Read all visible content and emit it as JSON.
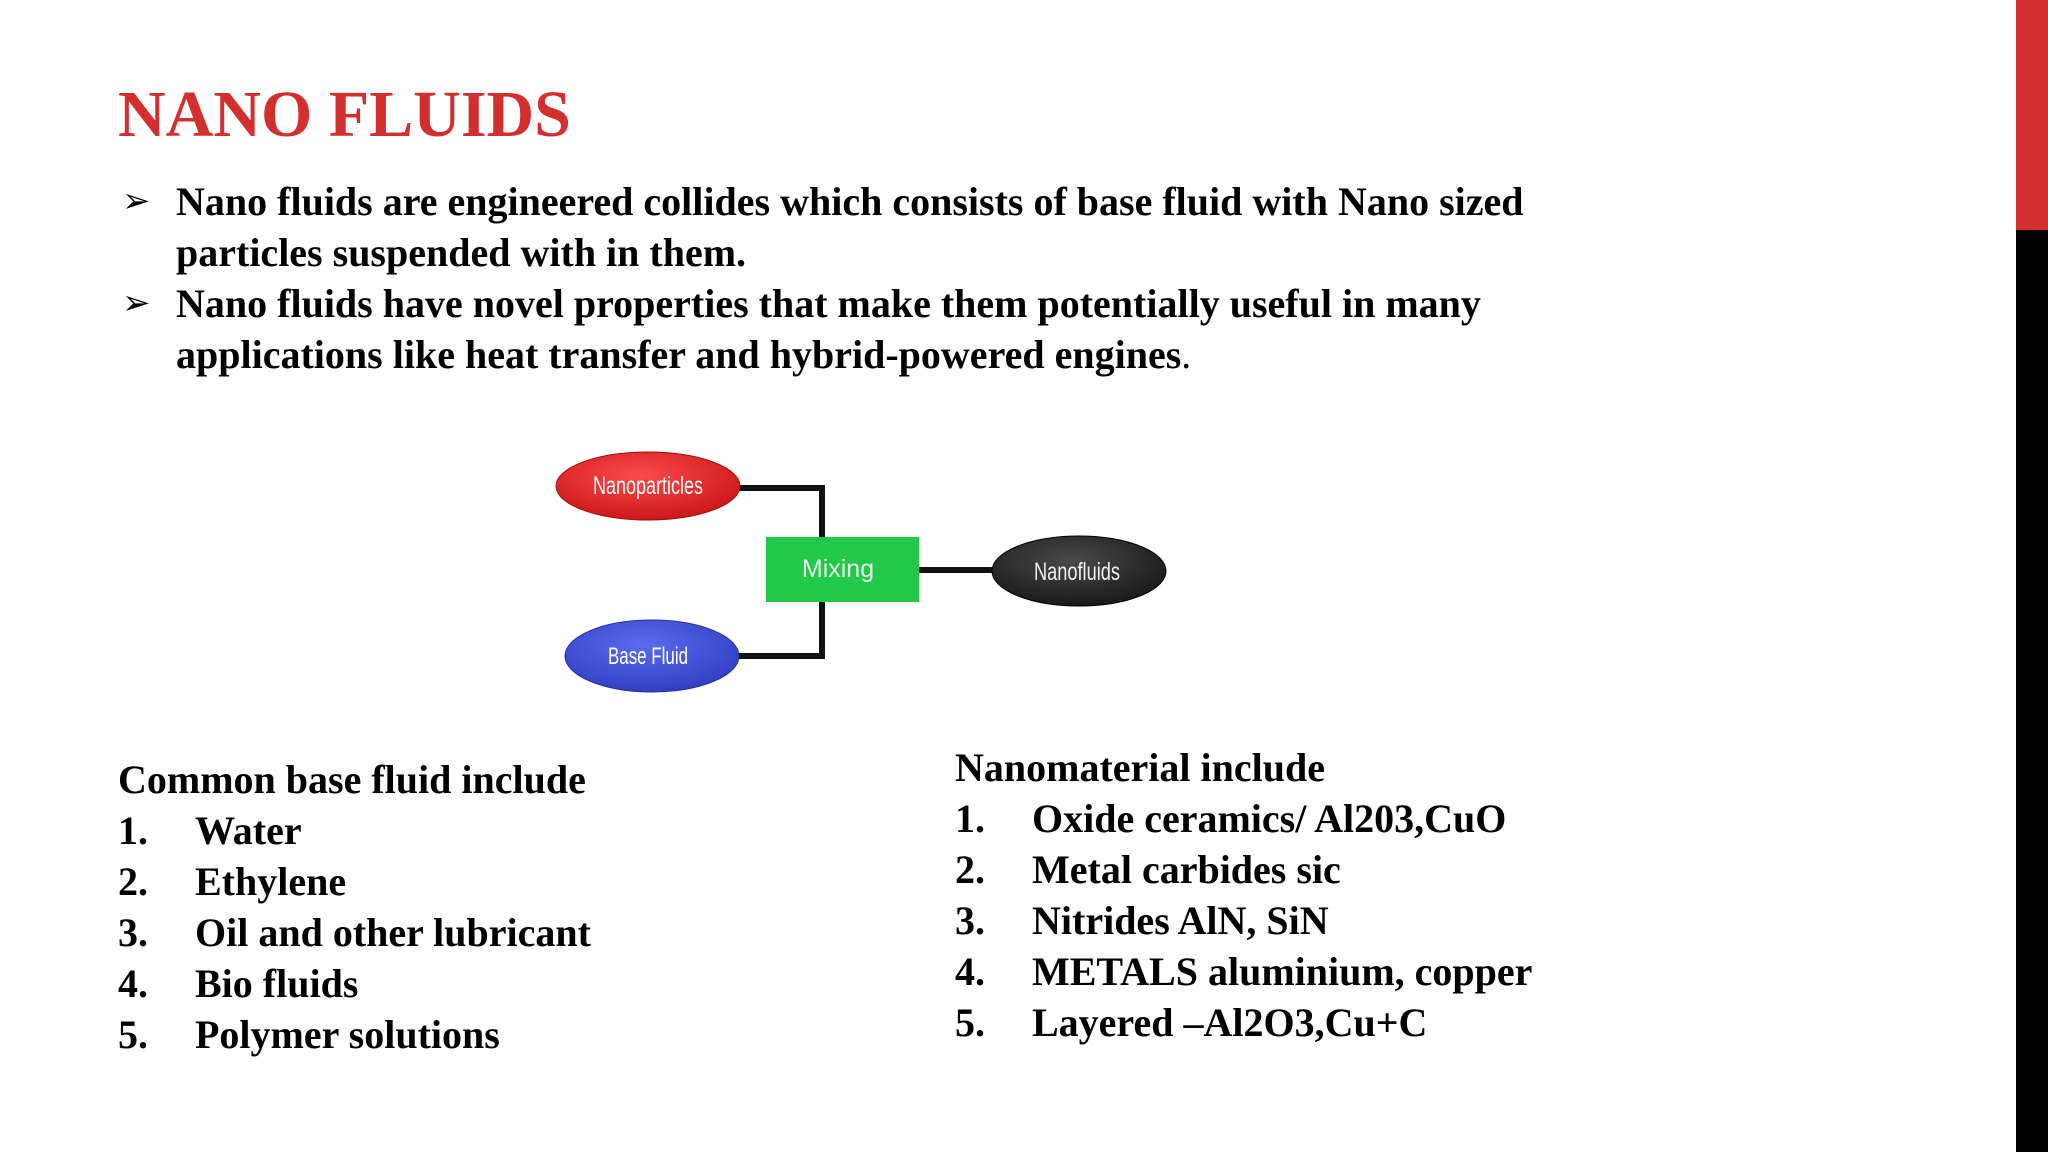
{
  "slide": {
    "title": "NANO FLUIDS",
    "accent_color": "#d32f2f",
    "bullet_icon": "arrowhead-bullet-icon",
    "bullets": [
      {
        "text": "Nano fluids are engineered collides which consists of base fluid with Nano sized particles suspended with in them.",
        "trail": ""
      },
      {
        "text": "Nano fluids have novel properties that make them potentially useful in many applications like heat transfer and hybrid-powered engines",
        "trail": "."
      }
    ],
    "diagram": {
      "nanoparticles": "Nanoparticles",
      "base_fluid": "Base Fluid",
      "mixing": "Mixing",
      "nanofluids": "Nanofluids",
      "colors": {
        "nanoparticles": "#e32222",
        "base_fluid": "#3f4fd6",
        "mixing": "#22c84a",
        "nanofluids": "#2a2a2a"
      }
    },
    "left_list": {
      "heading": "Common base fluid include",
      "items": [
        {
          "num": "1.",
          "text": "Water"
        },
        {
          "num": "2.",
          "text": "Ethylene"
        },
        {
          "num": "3.",
          "text": "Oil and other lubricant"
        },
        {
          "num": "4.",
          "text": "Bio fluids"
        },
        {
          "num": "5.",
          "text": "Polymer solutions"
        }
      ]
    },
    "right_list": {
      "heading": "Nanomaterial include",
      "items": [
        {
          "num": "1.",
          "text": "Oxide ceramics/ Al203,CuO"
        },
        {
          "num": "2.",
          "text": "Metal carbides sic"
        },
        {
          "num": "3.",
          "text": "Nitrides AlN, SiN"
        },
        {
          "num": "4.",
          "text": "METALS aluminium, copper"
        },
        {
          "num": "5.",
          "text": "Layered –Al2O3,Cu+C"
        }
      ]
    }
  }
}
